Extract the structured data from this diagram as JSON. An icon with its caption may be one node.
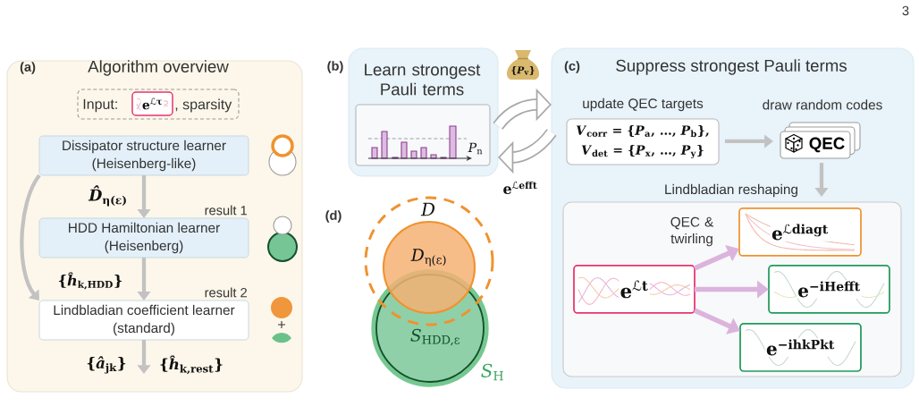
{
  "diagram": {
    "nodes": [
      {
        "text": [
          "(a)",
          "Algorithm overview"
        ]
      },
      {
        "text": [
          "Input:",
          ", sparsity"
        ],
        "in": 0
      },
      {
        "text": [
          "e$^{ℒτ}$"
        ],
        "in": 1
      },
      {
        "text": [
          "Dissipator structure learner",
          "(Heisenberg-like)"
        ],
        "in": 0
      },
      {
        "text": [
          "HDD Hamiltonian learner",
          "(Heisenberg)"
        ],
        "beside": [
          "result 1"
        ],
        "in": 0
      },
      {
        "text": [
          "Lindbladian coefficient learner",
          "(standard)"
        ],
        "beside": [
          "result 2"
        ],
        "in": 0
      },
      {
        "text": [
          "(b)",
          "Learn strongest Pauli terms"
        ]
      },
      {
        "text": [
          "{*P*$_{v}$}"
        ]
      },
      {
        "text": [
          "(c)",
          "Suppress strongest Pauli terms"
        ]
      },
      {
        "text": [
          "update QEC targets",
          "*V*$_{corr}$ = {*P*$_{a}$, …, *P*$_{b}$},",
          "*V*$_{det}$ = {*P*$_{x}$, …, *P*$_{y}$}"
        ],
        "in": 8
      },
      {
        "text": [
          "draw random codes",
          "QEC"
        ],
        "in": 8
      },
      {
        "text": [
          "Lindbladian reshaping"
        ],
        "in": 8
      },
      {
        "text": [
          "e$^{ℒt}$"
        ],
        "in": 11
      },
      {
        "text": [
          "e$^{ℒdiagt}$"
        ],
        "in": 11
      },
      {
        "text": [
          "e$^{−iHefft}$"
        ],
        "in": 11
      },
      {
        "text": [
          "e$^{−ihkPkt}$"
        ],
        "in": 11
      },
      {
        "text": [
          "D"
        ]
      },
      {
        "text": [
          "*D*$_{η(ε)}$"
        ],
        "in": 16
      },
      {
        "text": [
          "*S*$_{H}$"
        ]
      },
      {
        "text": [
          "*S*$_{HDD,ε}$"
        ],
        "in": 18
      },
      {
        "text": [
          "{*â*$_{jk}$}",
          "{*ĥ*$_{k,rest}$}"
        ],
        "in": 0
      }
    ],
    "edges": [
      {
        "from": 3,
        "to": 4,
        "arrow": "to",
        "label": "*D̂*$_{η(ε)}$"
      },
      {
        "from": 4,
        "to": 5,
        "arrow": "to",
        "label": "{*ĥ*$_{k,HDD}$}"
      },
      {
        "from": 3,
        "to": 5,
        "arrow": "to"
      },
      {
        "from": 5,
        "to": 20,
        "arrow": "to"
      },
      {
        "from": 6,
        "to": 8,
        "arrow": "to",
        "style": "thick"
      },
      {
        "from": 8,
        "to": 6,
        "arrow": "to",
        "style": "thick",
        "label": "e$^{ℒefft}$"
      },
      {
        "from": 9,
        "to": 10,
        "arrow": "to"
      },
      {
        "from": 10,
        "to": 11,
        "arrow": "to"
      },
      {
        "from": 12,
        "to": 13,
        "arrow": "to",
        "color": "#dbb4dd",
        "label": "QEC & twirling"
      },
      {
        "from": 12,
        "to": 14,
        "arrow": "to",
        "color": "#dbb4dd"
      },
      {
        "from": 12,
        "to": 15,
        "arrow": "to",
        "color": "#dbb4dd"
      }
    ],
    "labels": [
      "3",
      "*P*$_{n}$",
      "(d)"
    ]
  }
}
